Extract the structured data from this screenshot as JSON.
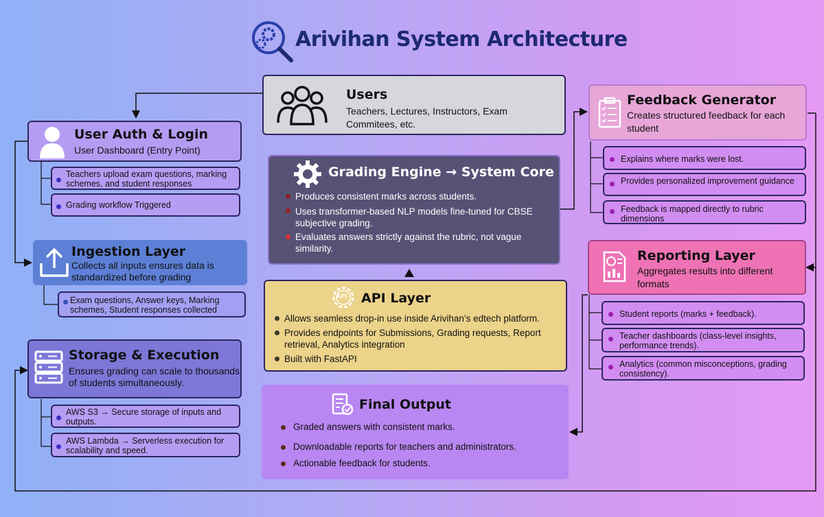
{
  "title": "Arivihan System Architecture",
  "users": {
    "heading": "Users",
    "text": "Teachers, Lectures, Instructors, Exam Commitees, etc."
  },
  "auth": {
    "heading": "User Auth &  Login",
    "text": "User Dashboard (Entry Point)",
    "items": [
      "Teachers upload exam questions, marking schemes, and student responses",
      "Grading workflow Triggered"
    ]
  },
  "ingestion": {
    "heading": "Ingestion Layer",
    "text": "Collects all inputs ensures data is standardized before grading",
    "items": [
      "Exam questions, Answer keys, Marking schemes, Student responses collected"
    ]
  },
  "storage": {
    "heading": "Storage & Execution",
    "text": "Ensures grading can scale to thousands of students simultaneously.",
    "items": [
      "AWS S3 → Secure storage of inputs and outputs.",
      "AWS Lambda → Serverless execution for scalability and speed."
    ]
  },
  "grading": {
    "heading": "Grading Engine → System Core",
    "items": [
      "Produces consistent marks across students.",
      "Uses transformer-based NLP models fine-tuned for CBSE subjective grading.",
      "Evaluates answers strictly against the rubric, not vague similarity."
    ]
  },
  "api": {
    "heading": "API Layer",
    "icon_text": "API",
    "items": [
      "Allows seamless drop-in use inside Arivihan’s edtech platform.",
      "Provides endpoints for Submissions, Grading requests, Report retrieval, Analytics integration",
      "Built with FastAPI"
    ]
  },
  "output": {
    "heading": "Final Output",
    "items": [
      "Graded answers with consistent marks.",
      "Downloadable reports for teachers and administrators.",
      "Actionable feedback for students."
    ]
  },
  "feedback": {
    "heading": "Feedback Generator",
    "text": "Creates structured feedback for each student",
    "items": [
      "Explains where marks were lost.",
      "Provides personalized improvement guidance",
      "Feedback is mapped directly to rubric dimensions"
    ]
  },
  "reporting": {
    "heading": "Reporting Layer",
    "text": "Aggregates results into different formats",
    "items": [
      "Student reports (marks + feedback).",
      "Teacher dashboards (class-level insights, performance trends).",
      "Analytics (common misconceptions, grading consistency)."
    ]
  },
  "colors": {
    "navy": "#2b2560",
    "title": "#1d2a6e",
    "users_bg": "#d6d6dc",
    "auth_bg": "#b49cf3",
    "ingestion_bg": "#5d7fd6",
    "storage_bg": "#7d77d8",
    "grading_bg": "#565275",
    "api_bg": "#ecd38a",
    "output_bg": "#b987f2",
    "feedback_bg": "#e8a6d8",
    "reporting_bg": "#ee72b4"
  }
}
